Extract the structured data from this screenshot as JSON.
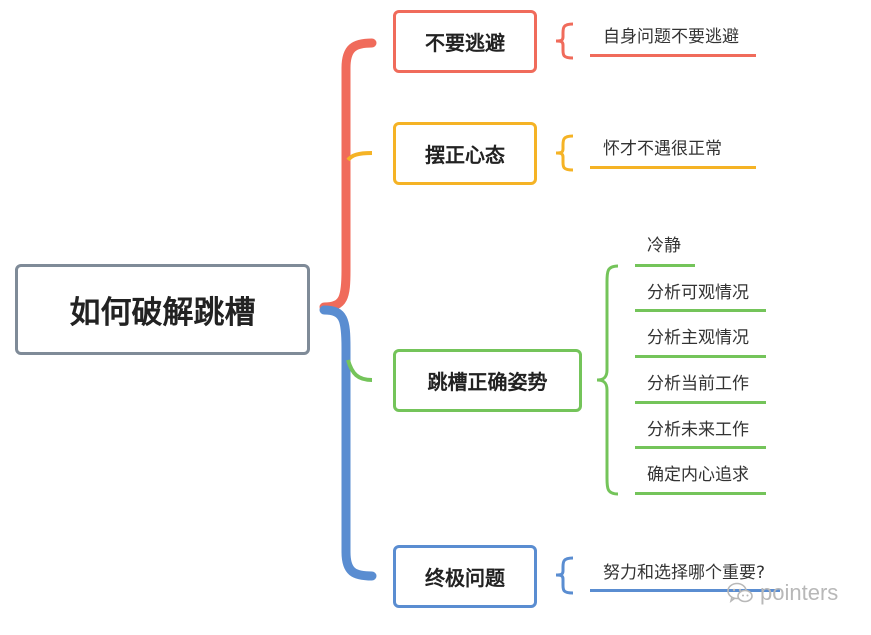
{
  "root": "如何破解跳槽",
  "branches": [
    {
      "label": "不要逃避",
      "color": "#f06b5b",
      "children": [
        "自身问题不要逃避"
      ]
    },
    {
      "label": "摆正心态",
      "color": "#f5b325",
      "children": [
        "怀才不遇很正常"
      ]
    },
    {
      "label": "跳槽正确姿势",
      "color": "#74c45a",
      "children": [
        "冷静",
        "分析可观情况",
        "分析主观情况",
        "分析当前工作",
        "分析未来工作",
        "确定内心追求"
      ]
    },
    {
      "label": "终极问题",
      "color": "#5a8dd1",
      "children": [
        "努力和选择哪个重要?"
      ]
    }
  ],
  "root_border_color": "#7f8b98",
  "watermark": {
    "text": "pointers",
    "icon": "wechat-icon"
  }
}
